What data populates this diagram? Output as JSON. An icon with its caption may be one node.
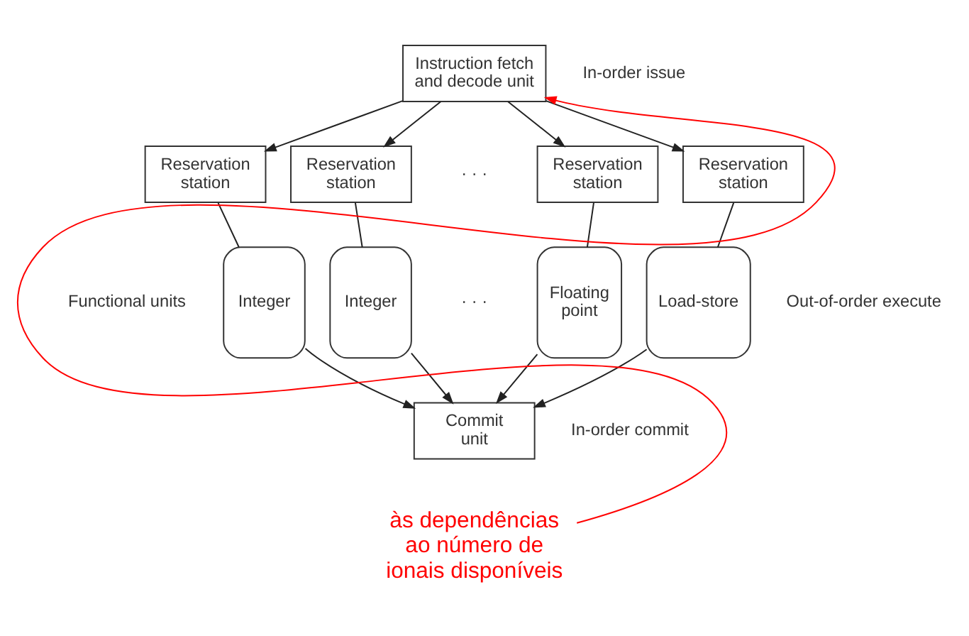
{
  "diagram": {
    "nodes": [
      {
        "text": [
          "Instruction fetch and decode unit"
        ]
      },
      {
        "text": [
          "Reservation station"
        ]
      },
      {
        "text": [
          "Reservation station"
        ]
      },
      {
        "text": [
          "Reservation station"
        ]
      },
      {
        "text": [
          "Reservation station"
        ]
      },
      {
        "text": [
          "Integer"
        ]
      },
      {
        "text": [
          "Integer"
        ]
      },
      {
        "text": [
          "Floating point"
        ]
      },
      {
        "text": [
          "Load-store"
        ]
      },
      {
        "text": [
          "Commit unit"
        ]
      },
      {
        "text": [
          "às dependências ao número de ionais disponíveis"
        ]
      }
    ],
    "edges": [
      {
        "from": 0,
        "to": 1,
        "arrow": "to"
      },
      {
        "from": 0,
        "to": 2,
        "arrow": "to"
      },
      {
        "from": 0,
        "to": 3,
        "arrow": "to"
      },
      {
        "from": 0,
        "to": 4,
        "arrow": "to"
      },
      {
        "from": 1,
        "to": 5,
        "arrow": "none"
      },
      {
        "from": 2,
        "to": 6,
        "arrow": "none"
      },
      {
        "from": 3,
        "to": 7,
        "arrow": "none"
      },
      {
        "from": 4,
        "to": 8,
        "arrow": "none"
      },
      {
        "from": 5,
        "to": 9,
        "arrow": "to"
      },
      {
        "from": 6,
        "to": 9,
        "arrow": "to"
      },
      {
        "from": 7,
        "to": 9,
        "arrow": "to"
      },
      {
        "from": 8,
        "to": 9,
        "arrow": "to"
      },
      {
        "from": 10,
        "to": 0,
        "arrow": "to",
        "color": "#ff0000"
      }
    ],
    "labels": [
      "In-order issue",
      "· · ·",
      "Functional units",
      "· · ·",
      "Out-of-order execute",
      "In-order commit"
    ]
  }
}
